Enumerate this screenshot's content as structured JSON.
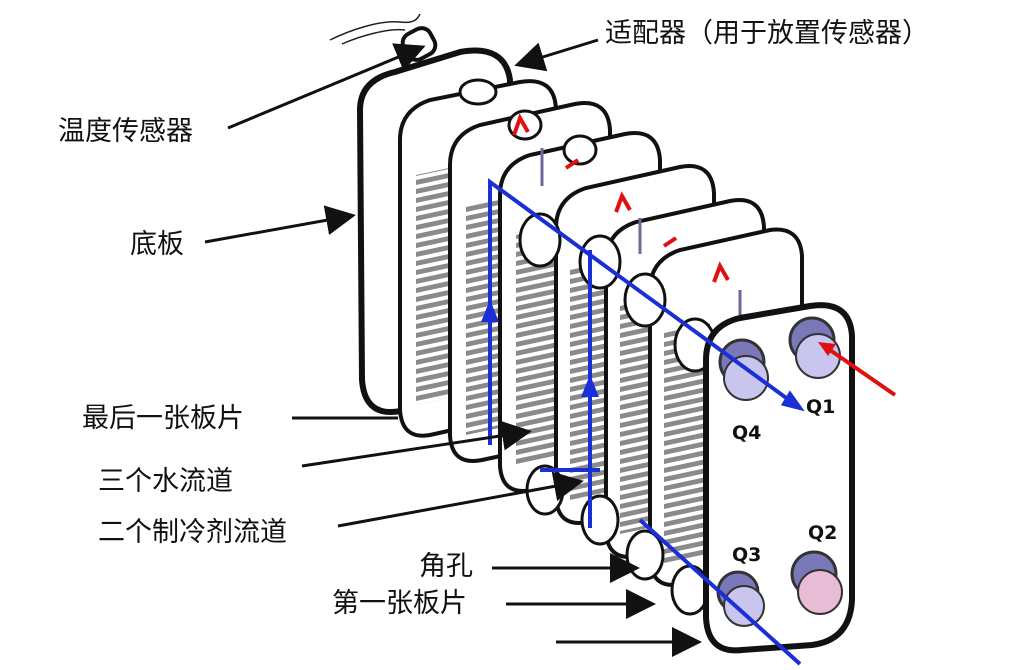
{
  "labels": {
    "adapter": "适配器（用于放置传感器）",
    "temp_sensor": "温度传感器",
    "base_plate": "底板",
    "last_plate": "最后一张板片",
    "water_channels": "三个水流道",
    "refrigerant_channels": "二个制冷剂流道",
    "corner_hole": "角孔",
    "first_plate": "第一张板片"
  },
  "ports": {
    "q1": "Q1",
    "q2": "Q2",
    "q3": "Q3",
    "q4": "Q4"
  },
  "colors": {
    "water_flow": "#1a2fd6",
    "refrigerant_flow": "#e01010",
    "port_fill": "#7a78b8",
    "port_face": "#c8c6ee",
    "hatch": "#8a8a8a",
    "outline": "#111111"
  }
}
